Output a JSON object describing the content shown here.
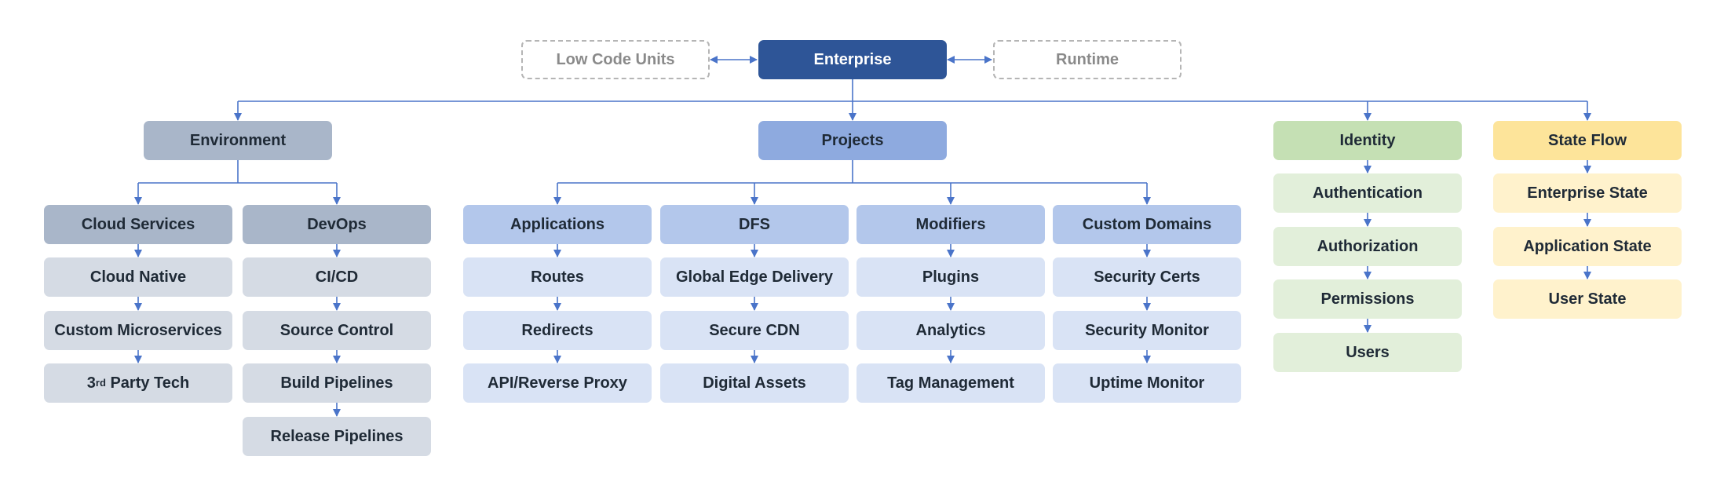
{
  "colors": {
    "connector": "#4a74c9",
    "root": "#2e5597",
    "dashed_border": "#b5b5b5",
    "environment_header": "#a9b6c9",
    "environment_item": "#d5dbe4",
    "projects_header": "#8eaadf",
    "projects_sub": "#b3c7eb",
    "projects_item": "#d9e3f5",
    "identity_header": "#c5e0b4",
    "identity_item": "#e2efda",
    "stateflow_header": "#fde49a",
    "stateflow_item": "#fff2cc"
  },
  "top": {
    "left": "Low Code Units",
    "root": "Enterprise",
    "right": "Runtime"
  },
  "environment": {
    "title": "Environment",
    "cloud_services": {
      "title": "Cloud Services",
      "items": [
        "Cloud Native",
        "Custom Microservices"
      ],
      "third_party": {
        "prefix": "3",
        "sup": "rd",
        "suffix": " Party Tech"
      }
    },
    "devops": {
      "title": "DevOps",
      "items": [
        "CI/CD",
        "Source Control",
        "Build Pipelines",
        "Release Pipelines"
      ]
    }
  },
  "projects": {
    "title": "Projects",
    "groups": [
      {
        "title": "Applications",
        "items": [
          "Routes",
          "Redirects",
          "API/Reverse Proxy"
        ]
      },
      {
        "title": "DFS",
        "items": [
          "Global Edge Delivery",
          "Secure CDN",
          "Digital Assets"
        ]
      },
      {
        "title": "Modifiers",
        "items": [
          "Plugins",
          "Analytics",
          "Tag Management"
        ]
      },
      {
        "title": "Custom Domains",
        "items": [
          "Security Certs",
          "Security Monitor",
          "Uptime Monitor"
        ]
      }
    ]
  },
  "identity": {
    "title": "Identity",
    "items": [
      "Authentication",
      "Authorization",
      "Permissions",
      "Users"
    ]
  },
  "state_flow": {
    "title": "State Flow",
    "items": [
      "Enterprise State",
      "Application State",
      "User State"
    ]
  }
}
